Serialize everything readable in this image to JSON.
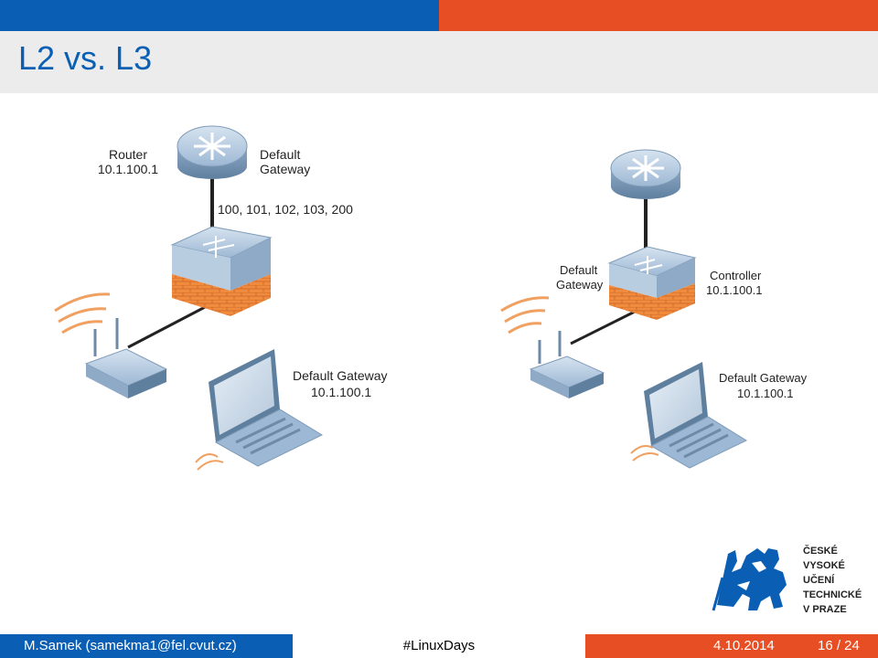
{
  "slide": {
    "title": "L2 vs. L3"
  },
  "diagram_left": {
    "router_label": "Router",
    "router_ip": "10.1.100.1",
    "gateway_label_line1": "Default",
    "gateway_label_line2": "Gateway",
    "vlans": "100, 101, 102, 103, 200",
    "client_gateway_label": "Default Gateway",
    "client_gateway_ip": "10.1.100.1"
  },
  "diagram_right": {
    "gateway_label_line1": "Default",
    "gateway_label_line2": "Gateway",
    "controller_label": "Controller",
    "controller_ip": "10.1.100.1",
    "client_gateway_label": "Default Gateway",
    "client_gateway_ip": "10.1.100.1"
  },
  "logo": {
    "lines": [
      "ČESKÉ",
      "VYSOKÉ",
      "UČENÍ",
      "TECHNICKÉ",
      "V PRAZE"
    ],
    "color": "#0a5fb4"
  },
  "footer": {
    "author": "M.Samek  (samekma1@fel.cvut.cz)",
    "event": "#LinuxDays",
    "date": "4.10.2014",
    "page": "16 / 24"
  },
  "colors": {
    "primary_blue": "#0a5fb4",
    "accent_orange": "#e84e24",
    "device_blue": "#9db8d4",
    "firewall_orange": "#f08a3c"
  }
}
